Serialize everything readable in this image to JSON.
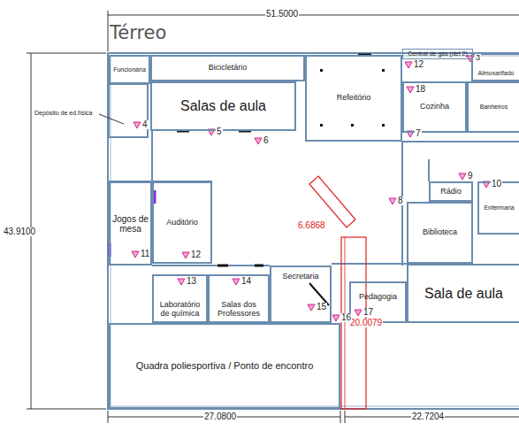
{
  "diagram": {
    "title": "Térreo",
    "nodes": [
      {
        "text": [
          "Funcionária"
        ]
      },
      {
        "text": [
          "Bicicletário"
        ]
      },
      {
        "text": [
          "Central de gás (det 2)"
        ]
      },
      {
        "text": [
          "Almoxarifado"
        ]
      },
      {
        "text": [
          "Salas de aula"
        ]
      },
      {
        "text": [
          "Refeitório"
        ]
      },
      {
        "text": [
          "Cozinha"
        ]
      },
      {
        "text": [
          "Banheiros"
        ]
      },
      {
        "text": [
          "Jogos de mesa"
        ]
      },
      {
        "text": [
          "Auditório"
        ]
      },
      {
        "text": [
          "Rádio"
        ]
      },
      {
        "text": [
          "Enfermaria"
        ]
      },
      {
        "text": [
          "Biblioteca"
        ]
      },
      {
        "text": [
          "Laboratório de química"
        ]
      },
      {
        "text": [
          "Salas dos Professores"
        ]
      },
      {
        "text": [
          "Secretaria"
        ]
      },
      {
        "text": [
          "Pedagogia"
        ]
      },
      {
        "text": [
          "Sala de aula"
        ]
      },
      {
        "text": [
          "Quadra poliesportiva / Ponto de encontro"
        ]
      }
    ],
    "labels": [
      "51.5000",
      "43.9100",
      "27.0800",
      "22.7204",
      "Depósito de ed.física",
      "6.6868",
      "20.0079",
      "12",
      "3",
      "18",
      "4",
      "5",
      "6",
      "7",
      "8",
      "9",
      "10",
      "11",
      "12",
      "13",
      "14",
      "15",
      "16",
      "17"
    ]
  }
}
